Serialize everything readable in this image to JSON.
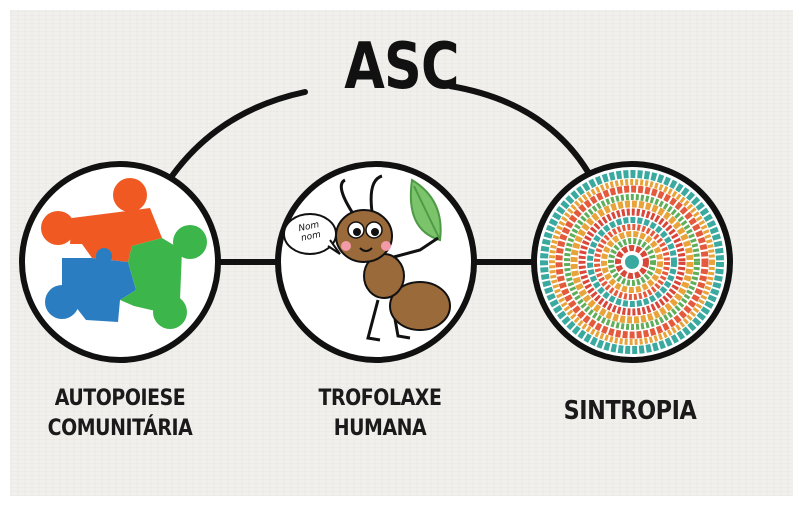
{
  "title": "ASC",
  "nodes": [
    {
      "line1": "AUTOPOIESE",
      "line2": "COMUNITÁRIA",
      "icon": "puzzle-people-icon"
    },
    {
      "line1": "TROFOLAXE",
      "line2": "HUMANA",
      "icon": "ant-with-leaf-icon",
      "speech": "Nom nom"
    },
    {
      "line1": "SINTROPIA",
      "line2": "",
      "icon": "mandala-icon"
    }
  ],
  "colors": {
    "background": "#f1f0ec",
    "stroke": "#111111",
    "orange": "#f05a22",
    "blue": "#2b7dc2",
    "green": "#3cb54a",
    "ant_brown": "#9a6a3a",
    "leaf_green": "#7cc46b"
  }
}
